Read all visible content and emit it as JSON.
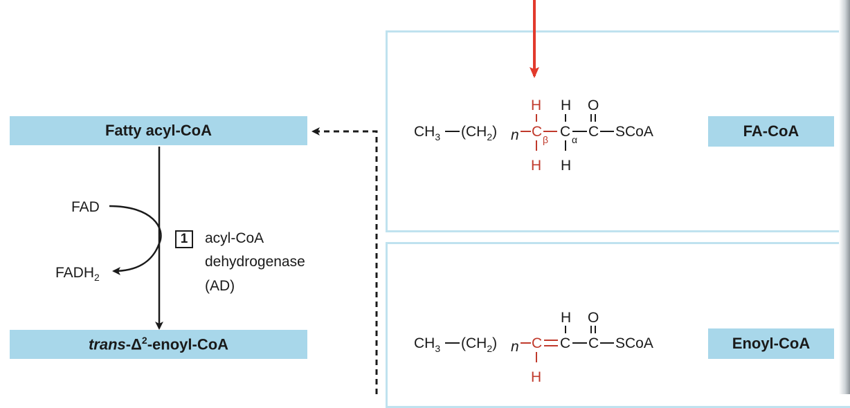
{
  "pathway": {
    "substrate": "Fatty acyl-CoA",
    "product_prefix": "trans",
    "product_rest": "-Δ",
    "product_sup": "2",
    "product_suffix": "-enoyl-CoA",
    "cofactor_in": "FAD",
    "cofactor_out": "FADH",
    "cofactor_out_sub": "2",
    "step_number": "1",
    "enzyme_line1": "acyl-CoA",
    "enzyme_line2": "dehydrogenase",
    "enzyme_line3": "(AD)"
  },
  "structures": {
    "fa_coa_label": "FA-CoA",
    "enoyl_coa_label": "Enoyl-CoA",
    "ch3": "CH",
    "ch3_sub": "3",
    "ch2": "(CH",
    "ch2_sub": "2",
    "ch2_close": ")",
    "n": "n",
    "c": "C",
    "h": "H",
    "o": "O",
    "scoa": "SCoA",
    "beta": "β",
    "alpha": "α"
  },
  "colors": {
    "box_fill": "#a8d7ea",
    "panel_border": "#bfe2ef",
    "highlight_red": "#c0392b",
    "arrow_red": "#e23a2c"
  }
}
